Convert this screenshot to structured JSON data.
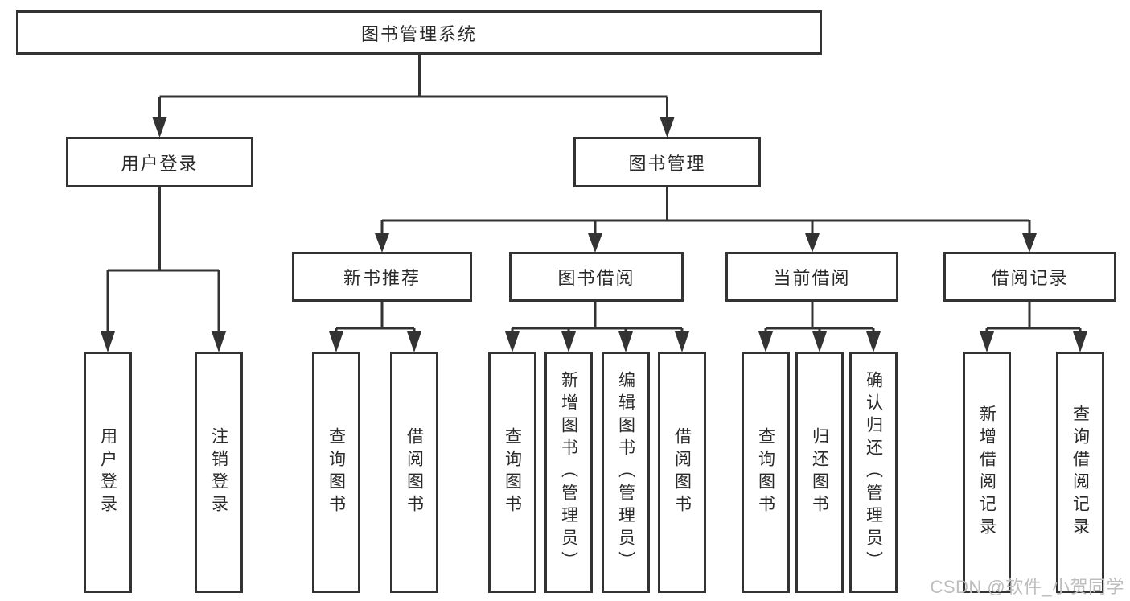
{
  "title": "图书管理系统",
  "level2": [
    "用户登录",
    "图书管理"
  ],
  "level3": [
    "新书推荐",
    "图书借阅",
    "当前借阅",
    "借阅记录"
  ],
  "leaves": {
    "user_login": [
      "用户登录",
      "注销登录"
    ],
    "new_books": [
      "查询图书",
      "借阅图书"
    ],
    "book_borrow": [
      "查询图书",
      "新增图书（管理员）",
      "编辑图书（管理员）",
      "借阅图书"
    ],
    "current_borrow": [
      "查询图书",
      "归还图书",
      "确认归还（管理员）"
    ],
    "borrow_records": [
      "新增借阅记录",
      "查询借阅记录"
    ]
  },
  "watermark": "CSDN @软件_小贺同学",
  "colors": {
    "line": "#333333",
    "text": "#2a2a2a",
    "watermark": "#bdbdbd"
  }
}
